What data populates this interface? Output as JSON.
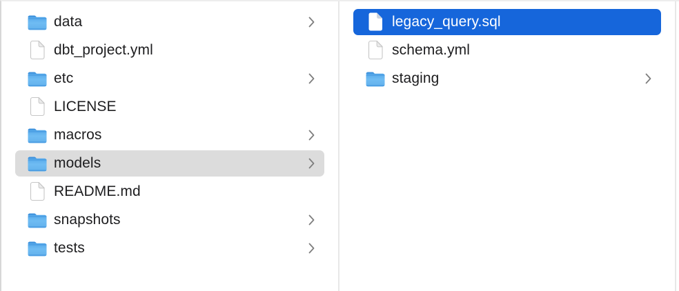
{
  "app": {
    "view": "finder-column-view"
  },
  "colors": {
    "selection_blue": "#1666db",
    "selection_gray": "#dcdcdc",
    "divider": "#e7e7e7",
    "text": "#1d1d1f",
    "text_selected": "#ffffff",
    "chevron": "#7e7e7e",
    "folder_blue": "#5aabe9"
  },
  "columns": [
    {
      "name": "parent-column",
      "items": [
        {
          "label": "data",
          "icon": "folder-icon",
          "chevron": true,
          "selected": "none"
        },
        {
          "label": "dbt_project.yml",
          "icon": "document-icon",
          "chevron": false,
          "selected": "none"
        },
        {
          "label": "etc",
          "icon": "folder-icon",
          "chevron": true,
          "selected": "none"
        },
        {
          "label": "LICENSE",
          "icon": "document-icon",
          "chevron": false,
          "selected": "none"
        },
        {
          "label": "macros",
          "icon": "folder-icon",
          "chevron": true,
          "selected": "none"
        },
        {
          "label": "models",
          "icon": "folder-icon",
          "chevron": true,
          "selected": "gray"
        },
        {
          "label": "README.md",
          "icon": "document-icon",
          "chevron": false,
          "selected": "none"
        },
        {
          "label": "snapshots",
          "icon": "folder-icon",
          "chevron": true,
          "selected": "none"
        },
        {
          "label": "tests",
          "icon": "folder-icon",
          "chevron": true,
          "selected": "none"
        }
      ]
    },
    {
      "name": "child-column",
      "items": [
        {
          "label": "legacy_query.sql",
          "icon": "document-icon",
          "chevron": false,
          "selected": "blue"
        },
        {
          "label": "schema.yml",
          "icon": "document-icon",
          "chevron": false,
          "selected": "none"
        },
        {
          "label": "staging",
          "icon": "folder-icon",
          "chevron": true,
          "selected": "none"
        }
      ]
    }
  ]
}
